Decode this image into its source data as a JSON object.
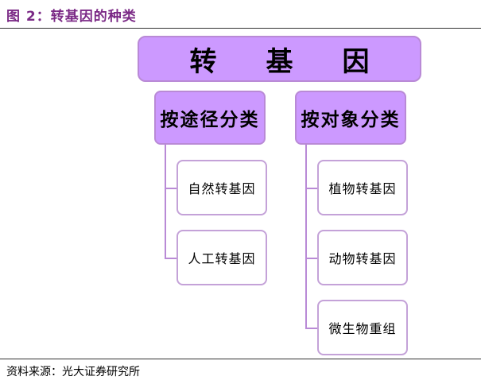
{
  "figure": {
    "title": "图 2：转基因的种类"
  },
  "root": {
    "label": "转基因"
  },
  "categories": [
    {
      "label": "按途径分类",
      "children": [
        "自然转基因",
        "人工转基因"
      ]
    },
    {
      "label": "按对象分类",
      "children": [
        "植物转基因",
        "动物转基因",
        "微生物重组"
      ]
    }
  ],
  "source": {
    "text": "资料来源：光大证券研究所"
  },
  "colors": {
    "title": "#7b2a86",
    "box_fill": "#cc99ff",
    "box_border": "#b98ad6",
    "leaf_border": "#c4a2d8"
  }
}
